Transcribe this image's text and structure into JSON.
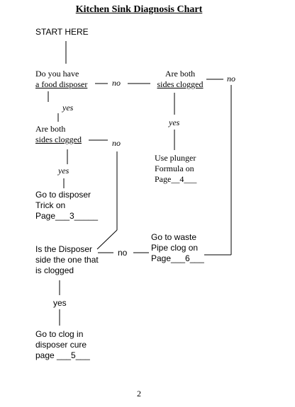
{
  "title": "Kitchen Sink Diagnosis Chart",
  "start": "START HERE",
  "q1": {
    "line1": "Do you have",
    "line2": "a food disposer"
  },
  "q2": {
    "line1": "Are both",
    "line2": "sides clogged"
  },
  "q3": {
    "line1": "Are both",
    "line2": "sides clogged"
  },
  "q4": {
    "line1": "Is the Disposer",
    "line2": "side the one that",
    "line3": "is clogged"
  },
  "plunger": {
    "line1": "Use plunger",
    "line2": "Formula on",
    "line3": "Page__4___"
  },
  "disposer_trick": {
    "line1": "Go to disposer",
    "line2": "Trick on",
    "line3": "Page___3_____"
  },
  "waste_pipe": {
    "line1": "Go to waste",
    "line2": "Pipe clog on",
    "line3": "Page___6___"
  },
  "clog_cure": {
    "line1": "Go to clog in",
    "line2": "disposer cure",
    "line3": "page ___5___"
  },
  "labels": {
    "no_q1": "no",
    "no_q2": "no",
    "yes_q1": "yes",
    "yes_q2": "yes",
    "no_q3": "no",
    "yes_q3": "yes",
    "no_q4": "no",
    "yes_q4": "yes"
  },
  "page_number": "2"
}
